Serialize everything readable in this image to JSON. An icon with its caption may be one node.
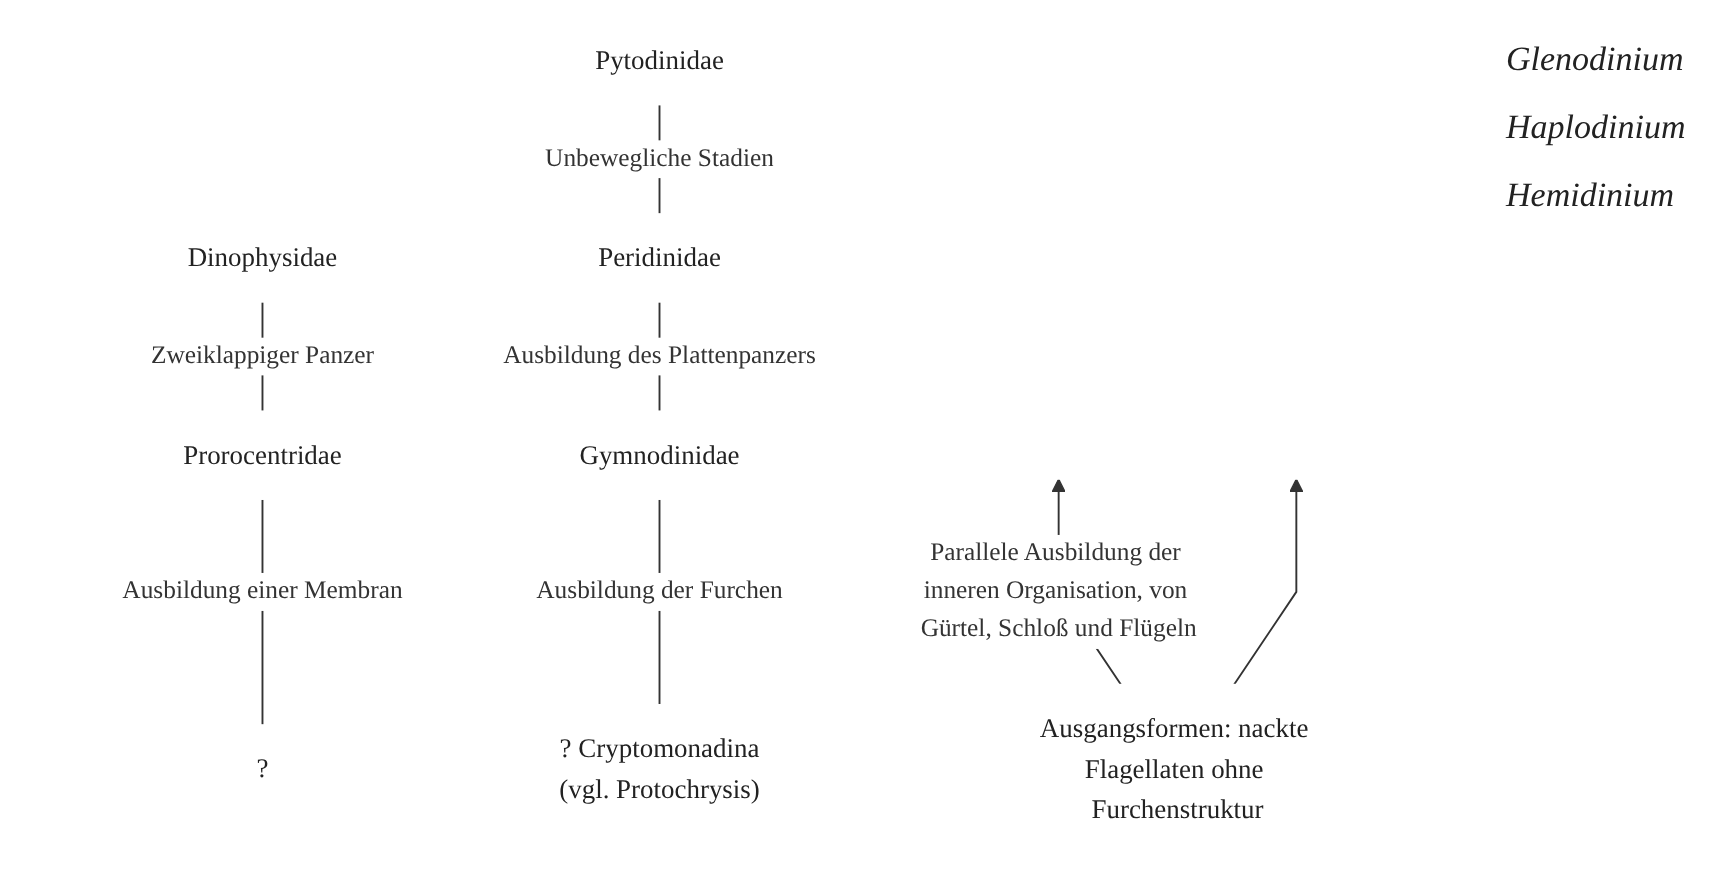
{
  "diagram": {
    "nodes": [
      {
        "text": [
          "Dinophysidae"
        ]
      },
      {
        "text": [
          "Peridinidae"
        ]
      },
      {
        "text": [
          "Pytodinidae"
        ]
      },
      {
        "text": [
          "Prorocentridae"
        ]
      },
      {
        "text": [
          "Gymnodinidae"
        ]
      },
      {
        "text": [
          "Ausgangsformen: nackte Flagellaten ohne Furchenstruktur"
        ]
      },
      {
        "text": [
          "?"
        ]
      },
      {
        "text": [
          "? Cryptomonadina",
          "(vgl. Protochrysis)"
        ]
      }
    ],
    "edges": [
      {
        "from": 3,
        "to": 0,
        "arrow": "none",
        "label": "Zweiklappiger Panzer"
      },
      {
        "from": 5,
        "to": null,
        "arrow": "to",
        "label": "Parallele Ausbildung der inneren Organisation, von Gürtel, Schloß und Flügeln"
      },
      {
        "from": 5,
        "to": null,
        "arrow": "to"
      },
      {
        "from": 4,
        "to": 1,
        "arrow": "none",
        "label": "Ausbildung des Plattenpanzers"
      },
      {
        "from": 1,
        "to": 2,
        "arrow": "none",
        "label": "Unbewegliche Stadien"
      },
      {
        "from": 6,
        "to": 3,
        "arrow": "none",
        "label": "Ausbildung einer Membran"
      },
      {
        "from": 7,
        "to": 4,
        "arrow": "none",
        "label": "Ausbildung der Furchen"
      }
    ],
    "labels": [
      "Glenodinium",
      "Haplodinium",
      "Hemidinium"
    ]
  }
}
